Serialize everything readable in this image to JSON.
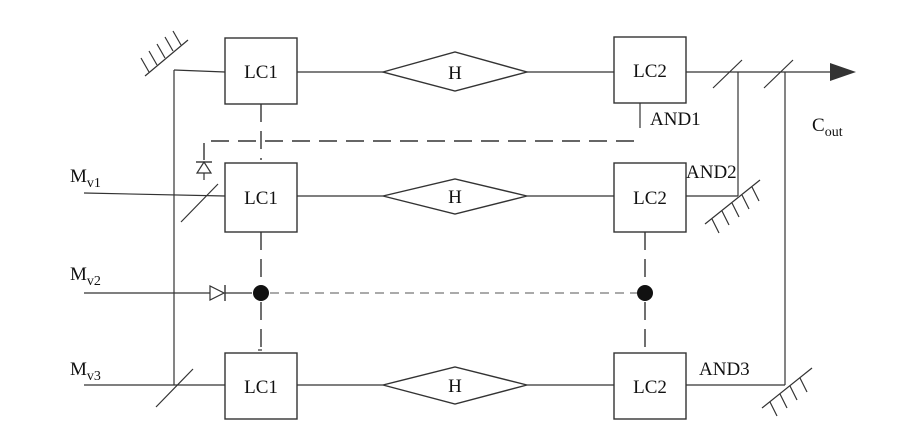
{
  "blocks": {
    "lc1": "LC1",
    "lc2": "LC2",
    "h": "H"
  },
  "gates": {
    "and1": "AND1",
    "and2": "AND2",
    "and3": "AND3"
  },
  "inputs": {
    "mv1_main": "M",
    "mv1_sub": "v1",
    "mv2_main": "M",
    "mv2_sub": "v2",
    "mv3_main": "M",
    "mv3_sub": "v3"
  },
  "output": {
    "main": "C",
    "sub": "out"
  }
}
